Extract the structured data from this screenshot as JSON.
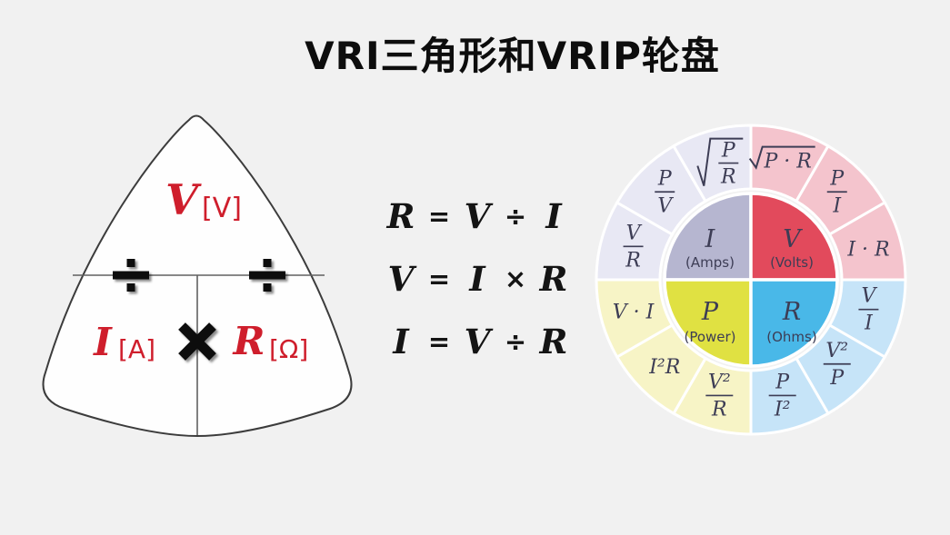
{
  "title": "VRI三角形和VRIP轮盘",
  "triangle": {
    "top": {
      "symbol": "V",
      "unit": "[V]"
    },
    "bottom_left": {
      "symbol": "I",
      "unit": "[A]"
    },
    "bottom_right": {
      "symbol": "R",
      "unit": "[Ω]"
    },
    "divide_sign": "÷",
    "multiply_sign": "×",
    "symbol_color": "#cf1e2c"
  },
  "equations": [
    {
      "lhs": "R",
      "eq": "=",
      "a": "V",
      "op": "÷",
      "b": "I"
    },
    {
      "lhs": "V",
      "eq": "=",
      "a": "I",
      "op": "×",
      "b": "R"
    },
    {
      "lhs": "I",
      "eq": "=",
      "a": "V",
      "op": "÷",
      "b": "R"
    }
  ],
  "wheel": {
    "text_color": "#3d3d55",
    "quadrants": [
      {
        "id": "amps",
        "symbol": "I",
        "label": "(Amps)",
        "inner_color": "#b6b6d0",
        "outer_color": "#e8e8f4"
      },
      {
        "id": "volts",
        "symbol": "V",
        "label": "(Volts)",
        "inner_color": "#e24a5c",
        "outer_color": "#f4c4cd"
      },
      {
        "id": "power",
        "symbol": "P",
        "label": "(Power)",
        "inner_color": "#e0e142",
        "outer_color": "#f7f4c6"
      },
      {
        "id": "ohms",
        "symbol": "R",
        "label": "(Ohms)",
        "inner_color": "#49b8e8",
        "outer_color": "#c6e4f8"
      }
    ],
    "segments": [
      {
        "formula": "√(P·R)",
        "type": "sqrt",
        "text": "P · R",
        "quadrant": "volts"
      },
      {
        "formula": "P/I",
        "type": "frac",
        "num": "P",
        "den": "I",
        "quadrant": "volts"
      },
      {
        "formula": "I·R",
        "type": "plain",
        "text": "I · R",
        "quadrant": "volts"
      },
      {
        "formula": "V/I",
        "type": "frac",
        "num": "V",
        "den": "I",
        "quadrant": "ohms"
      },
      {
        "formula": "V²/P",
        "type": "frac",
        "num": "V²",
        "den": "P",
        "quadrant": "ohms"
      },
      {
        "formula": "P/I²",
        "type": "frac",
        "num": "P",
        "den": "I²",
        "quadrant": "ohms"
      },
      {
        "formula": "V²/R",
        "type": "frac",
        "num": "V²",
        "den": "R",
        "quadrant": "power"
      },
      {
        "formula": "I²R",
        "type": "plain",
        "text": "I²R",
        "quadrant": "power"
      },
      {
        "formula": "V·I",
        "type": "plain",
        "text": "V · I",
        "quadrant": "power"
      },
      {
        "formula": "V/R",
        "type": "frac",
        "num": "V",
        "den": "R",
        "quadrant": "amps"
      },
      {
        "formula": "P/V",
        "type": "frac",
        "num": "P",
        "den": "V",
        "quadrant": "amps"
      },
      {
        "formula": "√(P/R)",
        "type": "sqrt-frac",
        "num": "P",
        "den": "R",
        "quadrant": "amps"
      }
    ]
  }
}
